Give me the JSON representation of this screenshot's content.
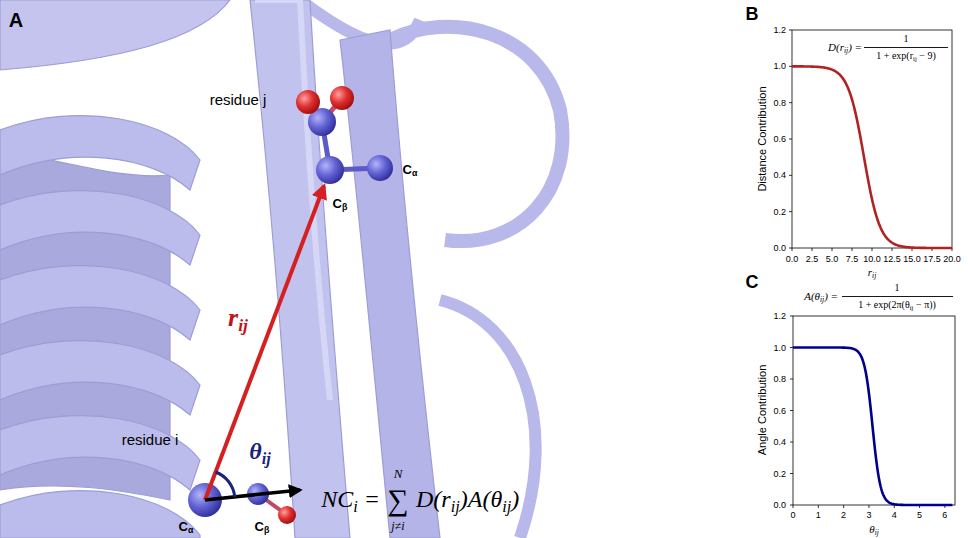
{
  "diagram": {
    "labels": [
      "A",
      "residue j",
      "Cβ",
      "Cα",
      "rij",
      "θij",
      "residue i",
      "Cα",
      "Cβ",
      "NCi =",
      "N",
      "∑",
      "j≠i",
      "D(rij)A(θij)",
      "B",
      "D(rij) =",
      "1",
      "1 + exp(rij − 9)",
      "Distance Contribution",
      "1.2",
      "1.0",
      "0.8",
      "0.6",
      "0.4",
      "0.2",
      "0.0",
      "0.0",
      "2.5",
      "5.0",
      "7.5",
      "10.0",
      "12.5",
      "15.0",
      "17.5",
      "20.0",
      "rij",
      "C",
      "A(θij) =",
      "1",
      "1 + exp(2π(θij − π))",
      "Angle Contribution",
      "1.2",
      "1.0",
      "0.8",
      "0.6",
      "0.4",
      "0.2",
      "0.0",
      "0",
      "1",
      "2",
      "3",
      "4",
      "5",
      "6",
      "θij"
    ]
  }
}
